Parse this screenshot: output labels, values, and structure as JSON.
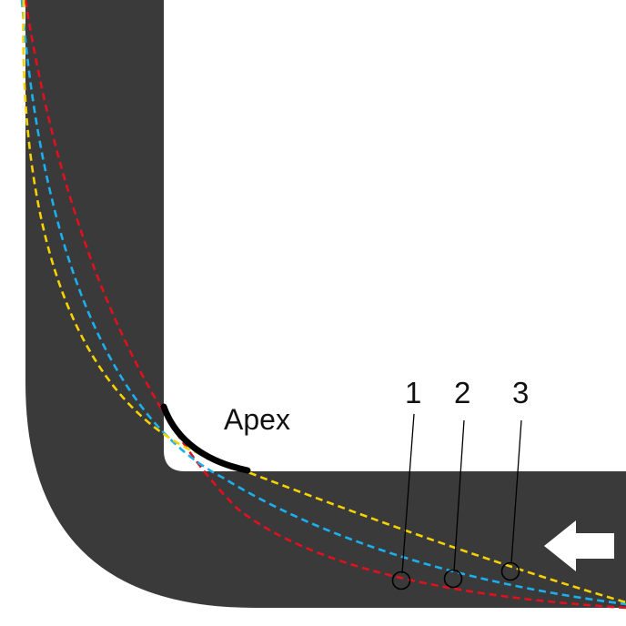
{
  "diagram": {
    "apex_label": "Apex",
    "line_labels": [
      "1",
      "2",
      "3"
    ],
    "direction_icon": "arrow-left-icon",
    "colors": {
      "track": "#3a3a3a",
      "background": "#ffffff",
      "line_1": "#e0101e",
      "line_2": "#1ab0f0",
      "line_3": "#f5d200",
      "apex_marker": "#000000",
      "arrow": "#ffffff",
      "leader": "#000000"
    }
  }
}
